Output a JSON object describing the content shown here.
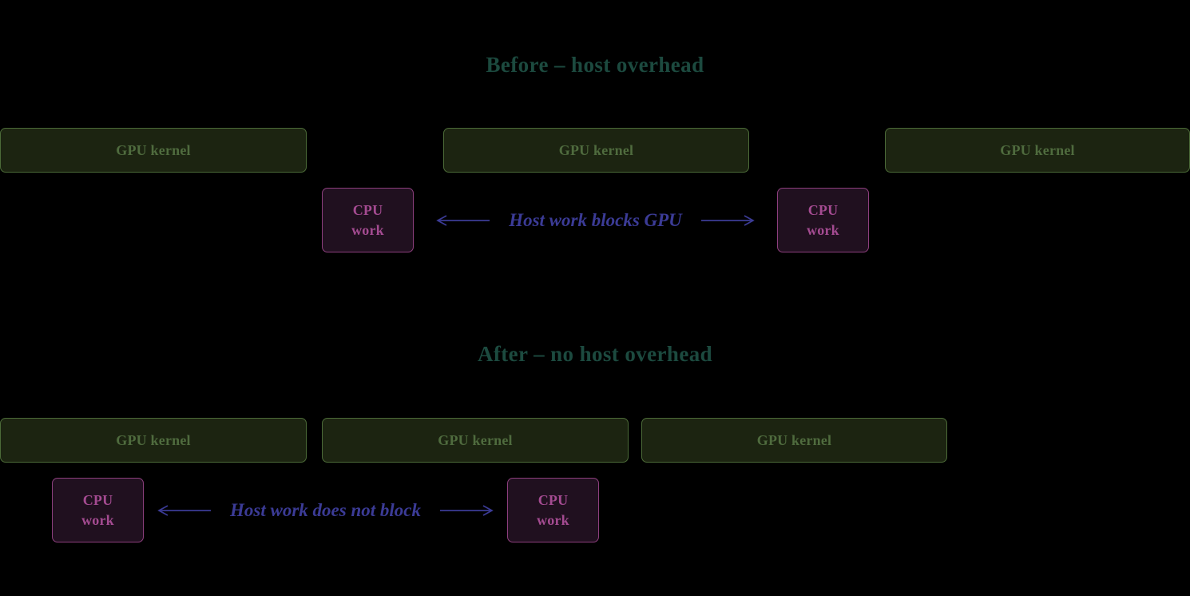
{
  "theme": {
    "background": "#000000",
    "title_color": "#1c4a3f",
    "gpu_fill": "#1c2411",
    "gpu_border": "#4c6b38",
    "gpu_text": "#4f6b3e",
    "cpu_fill": "#20101f",
    "cpu_border": "#8d3f7e",
    "cpu_text": "#a44b91",
    "annotation_color": "#3b3b96"
  },
  "sections": [
    {
      "title": "Before – host overhead",
      "gpu_kernels": [
        {
          "label": "GPU kernel"
        },
        {
          "label": "GPU kernel"
        },
        {
          "label": "GPU kernel"
        }
      ],
      "cpu_blocks": [
        {
          "line1": "CPU",
          "line2": "work"
        },
        {
          "line1": "CPU",
          "line2": "work"
        }
      ],
      "annotation": {
        "text": "Host work blocks GPU",
        "left_arrow": "arrow-left",
        "right_arrow": "arrow-right"
      }
    },
    {
      "title": "After – no host overhead",
      "gpu_kernels": [
        {
          "label": "GPU kernel"
        },
        {
          "label": "GPU kernel"
        },
        {
          "label": "GPU kernel"
        }
      ],
      "cpu_blocks": [
        {
          "line1": "CPU",
          "line2": "work"
        },
        {
          "line1": "CPU",
          "line2": "work"
        }
      ],
      "annotation": {
        "text": "Host work does not block",
        "left_arrow": "arrow-left",
        "right_arrow": "arrow-right"
      }
    }
  ]
}
